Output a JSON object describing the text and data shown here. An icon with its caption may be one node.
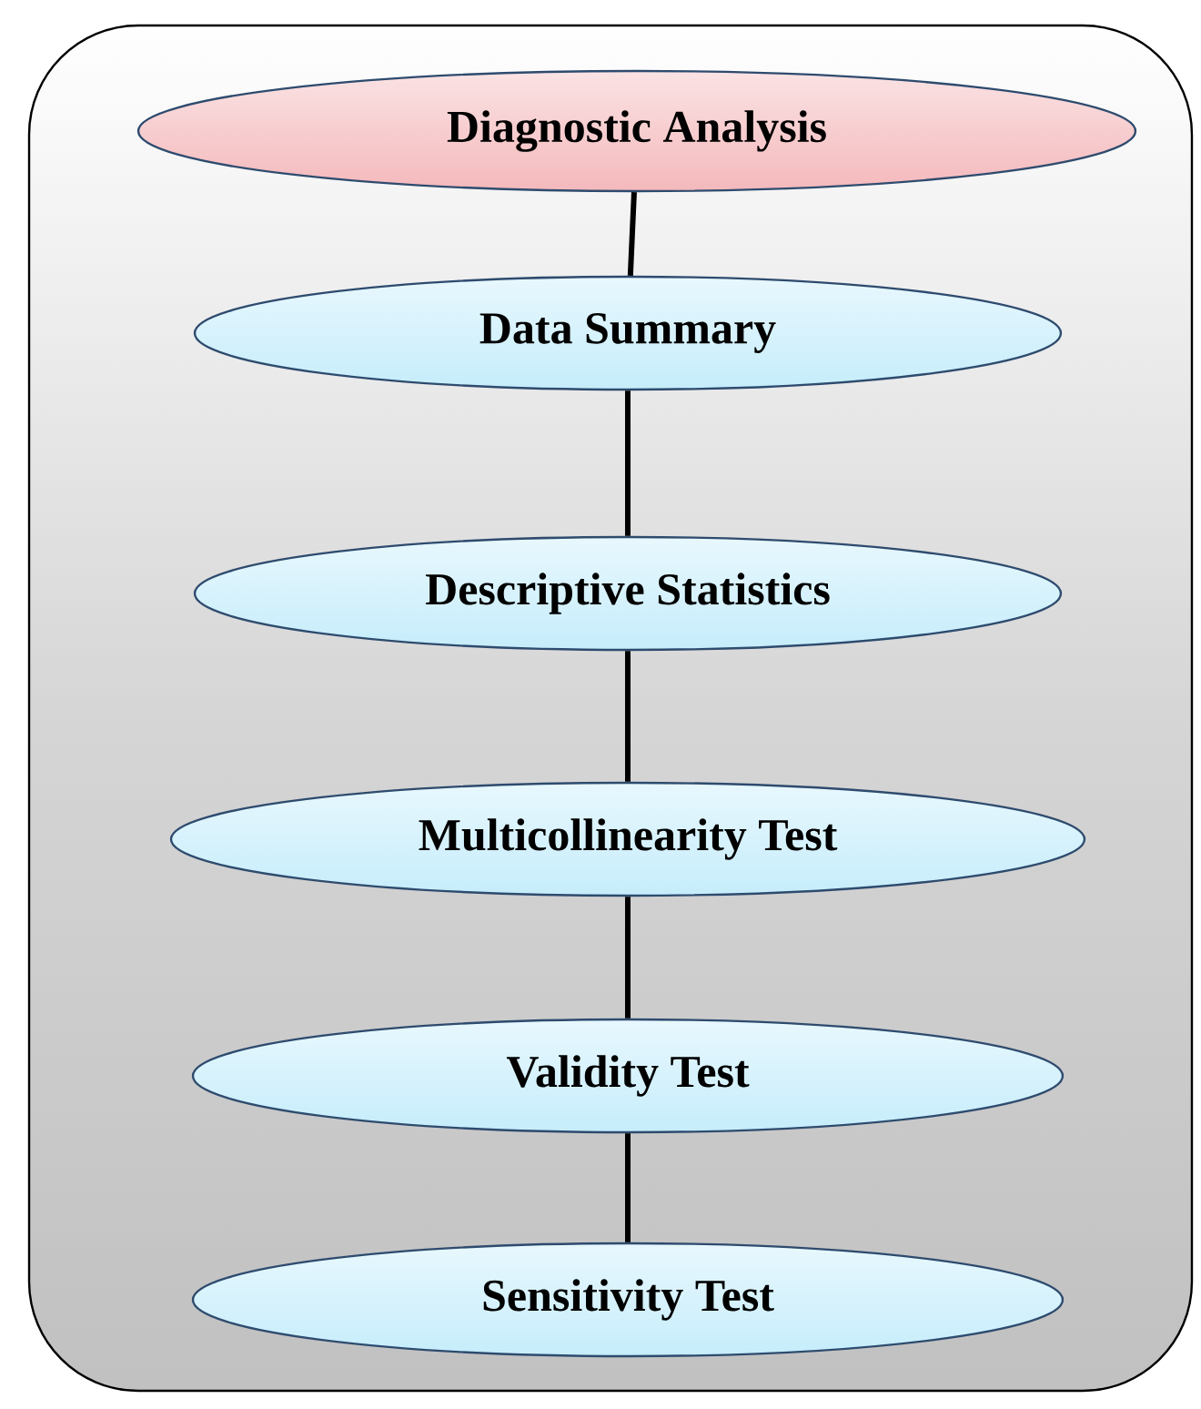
{
  "diagram": {
    "nodes": [
      {
        "text": [
          "Diagnostic Analysis"
        ]
      },
      {
        "text": [
          "Data Summary"
        ]
      },
      {
        "text": [
          "Descriptive Statistics"
        ]
      },
      {
        "text": [
          "Multicollinearity Test"
        ]
      },
      {
        "text": [
          "Validity Test"
        ]
      },
      {
        "text": [
          "Sensitivity Test"
        ]
      }
    ],
    "edges": [
      {
        "from": 0,
        "to": 1,
        "arrow": "none"
      },
      {
        "from": 1,
        "to": 2,
        "arrow": "none"
      },
      {
        "from": 2,
        "to": 3,
        "arrow": "none"
      },
      {
        "from": 3,
        "to": 4,
        "arrow": "none"
      },
      {
        "from": 4,
        "to": 5,
        "arrow": "none"
      }
    ]
  }
}
